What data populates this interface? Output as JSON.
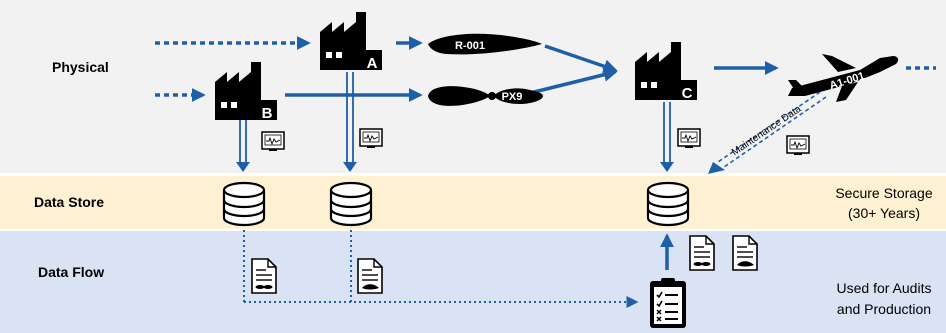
{
  "bands": {
    "physical": "Physical",
    "data_store": "Data Store",
    "data_flow": "Data Flow"
  },
  "factories": {
    "a": "A",
    "b": "B",
    "c": "C"
  },
  "parts": {
    "blade": "R-001",
    "propeller": "PX9"
  },
  "aircraft": "A1-001",
  "maintenance_label": "Maintenance Data",
  "storage_note": {
    "line1": "Secure Storage",
    "line2": "(30+ Years)"
  },
  "usage_note": {
    "line1": "Used for Audits",
    "line2": "and Production"
  },
  "colors": {
    "physical_band": "#f2f2f2",
    "store_band": "#fdf1d2",
    "flow_band": "#dae3f3",
    "arrow_blue": "#1f5fa8",
    "icon_black": "#000000"
  }
}
